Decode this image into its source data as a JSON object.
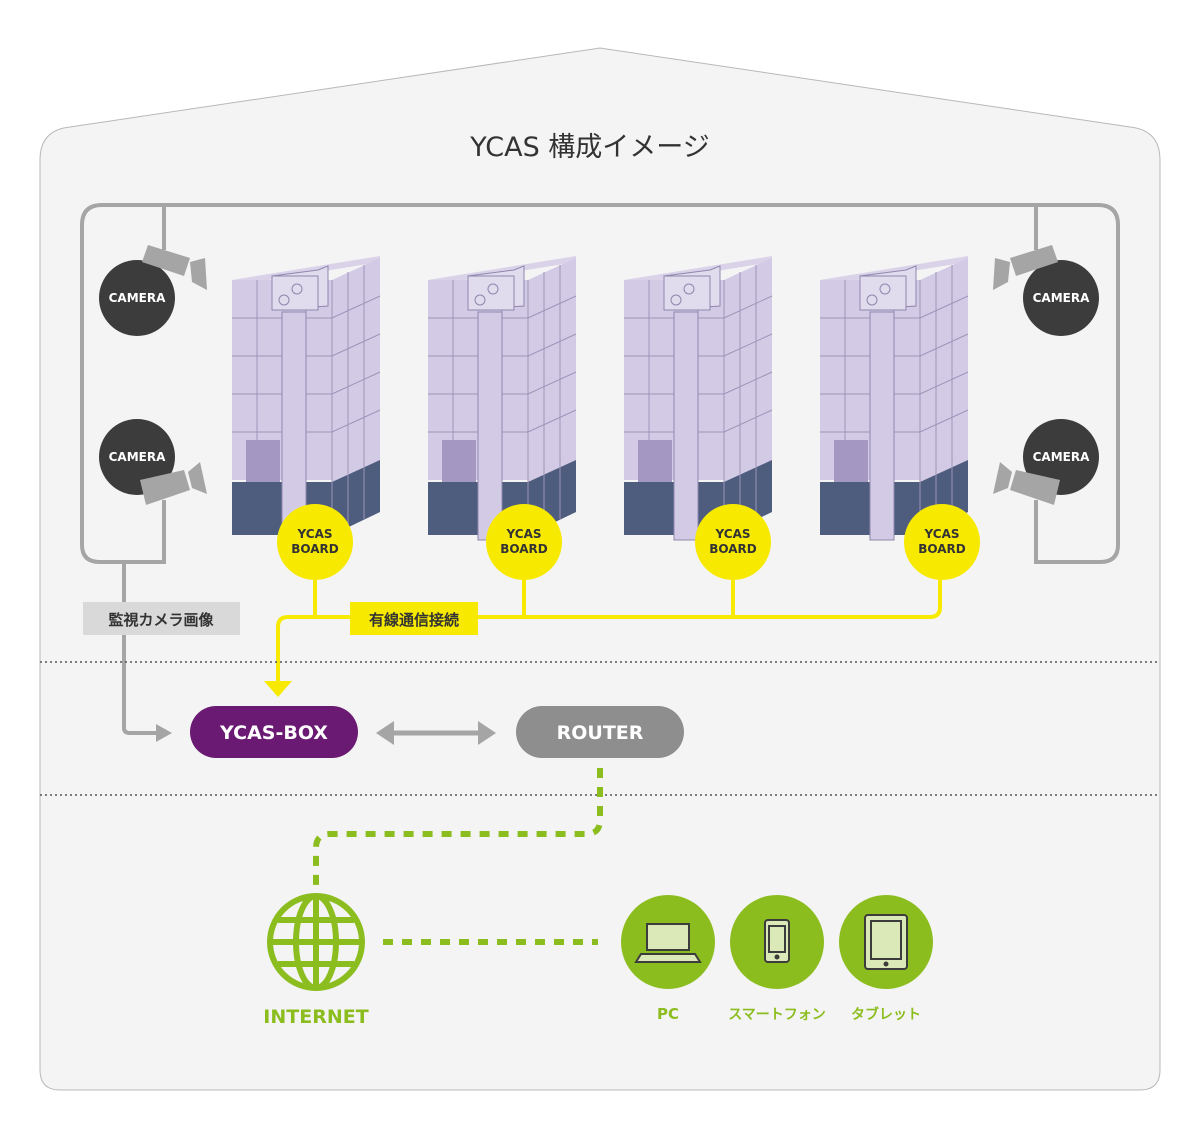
{
  "title": "YCAS 構成イメージ",
  "cameras": [
    {
      "label": "CAMERA"
    },
    {
      "label": "CAMERA"
    },
    {
      "label": "CAMERA"
    },
    {
      "label": "CAMERA"
    }
  ],
  "boards": [
    {
      "line1": "YCAS",
      "line2": "BOARD"
    },
    {
      "line1": "YCAS",
      "line2": "BOARD"
    },
    {
      "line1": "YCAS",
      "line2": "BOARD"
    },
    {
      "line1": "YCAS",
      "line2": "BOARD"
    }
  ],
  "labels": {
    "camera_feed": "監視カメラ画像",
    "wired_connection": "有線通信接続"
  },
  "nodes": {
    "box": "YCAS-BOX",
    "router": "ROUTER",
    "internet": "INTERNET"
  },
  "devices": [
    {
      "label": "PC",
      "icon": "laptop-icon"
    },
    {
      "label": "スマートフォン",
      "icon": "smartphone-icon"
    },
    {
      "label": "タブレット",
      "icon": "tablet-icon"
    }
  ],
  "colors": {
    "house_fill": "#f4f4f4",
    "camera_circle": "#3c3c3c",
    "board_yellow": "#f7ea00",
    "box_purple": "#6a1a72",
    "router_gray": "#8e8e8e",
    "green": "#8cbd1f",
    "gray_line": "#a5a5a5"
  }
}
